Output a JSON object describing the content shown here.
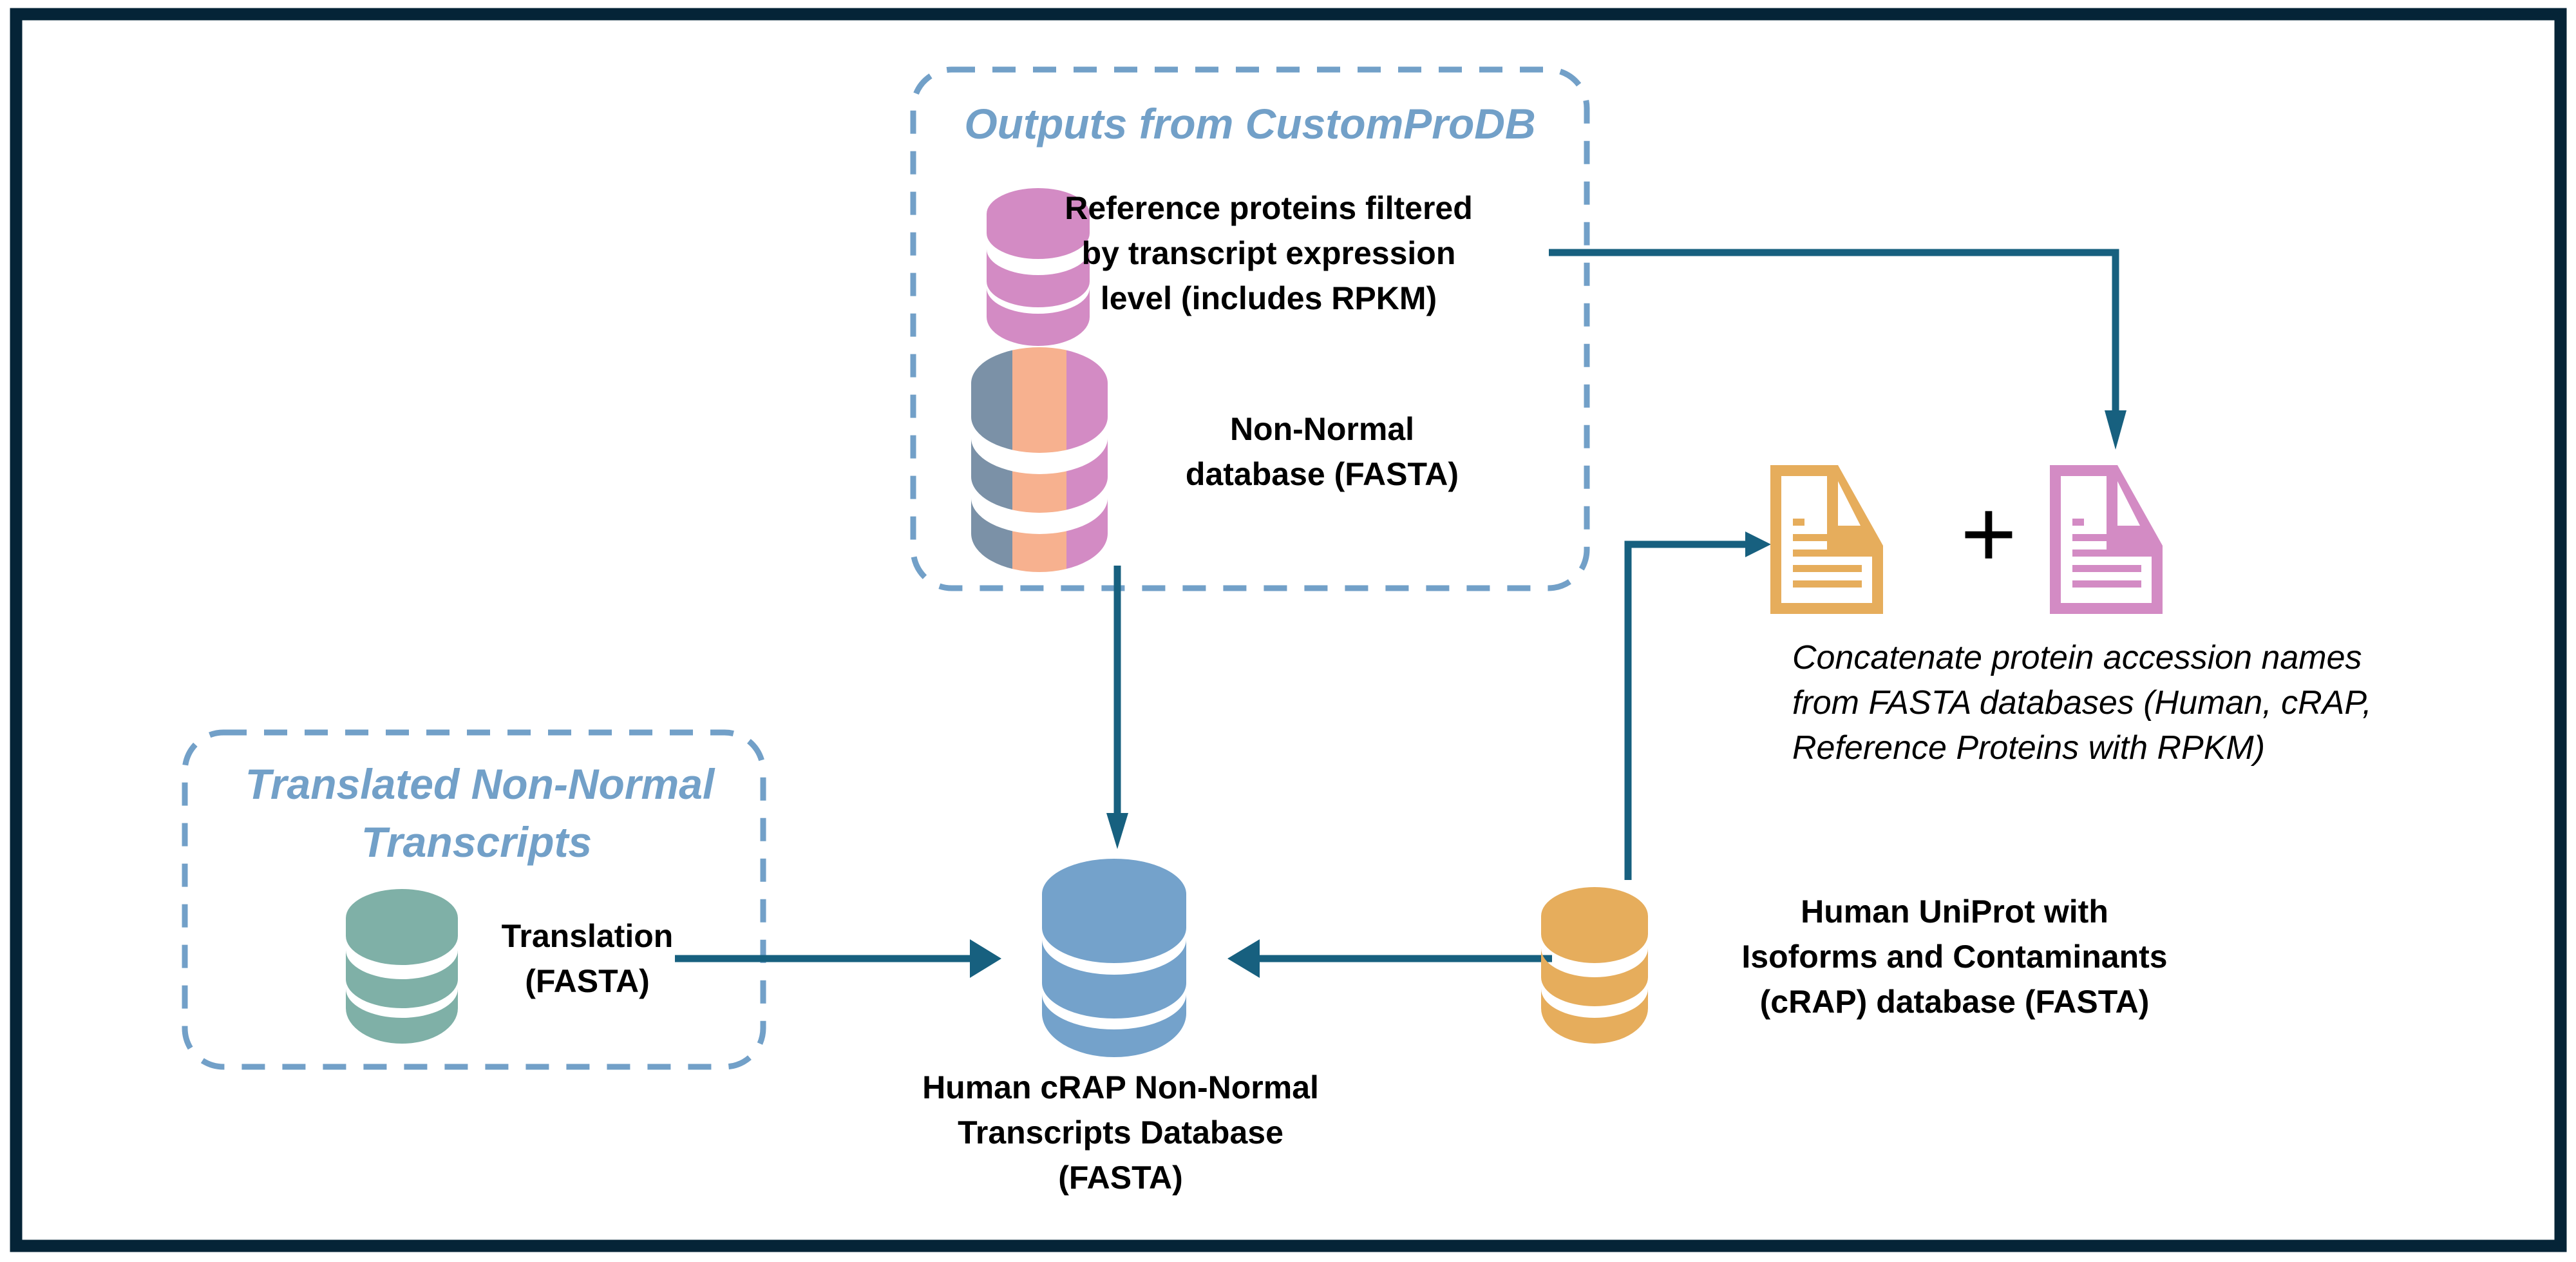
{
  "colors": {
    "frame": "#052437",
    "group_border": "#72a0c8",
    "arrow": "#17607f",
    "pink": "#d38bc4",
    "slate": "#7b91a7",
    "peach": "#f7b18f",
    "teal": "#7fb0a7",
    "blue": "#74a2cb",
    "gold": "#e6ad5c"
  },
  "groups": {
    "customprodb": {
      "title": "Outputs from CustomProDB"
    },
    "translated": {
      "title_lines": [
        "Translated Non-Normal",
        "Transcripts"
      ]
    }
  },
  "nodes": {
    "reference_proteins": {
      "icon": "database-icon",
      "lines": [
        "Reference proteins filtered",
        "by transcript expression",
        "level (includes RPKM)"
      ]
    },
    "non_normal_db": {
      "icon": "database-icon",
      "lines": [
        "Non-Normal",
        "database (FASTA)"
      ]
    },
    "translation": {
      "icon": "database-icon",
      "lines": [
        "Translation",
        "(FASTA)"
      ]
    },
    "combined_db": {
      "icon": "database-icon",
      "lines": [
        "Human cRAP Non-Normal",
        "Transcripts Database",
        "(FASTA)"
      ]
    },
    "uniprot_db": {
      "icon": "database-icon",
      "lines": [
        "Human UniProt with",
        "Isoforms and Contaminants",
        "(cRAP) database (FASTA)"
      ]
    },
    "concatenate": {
      "icons": [
        "document-icon",
        "plus-icon",
        "document-icon"
      ],
      "plus": "+",
      "lines": [
        "Concatenate protein accession names",
        "from FASTA databases (Human, cRAP,",
        "Reference Proteins with RPKM)"
      ]
    }
  },
  "edges": [
    {
      "from": "reference_proteins",
      "to": "concatenate"
    },
    {
      "from": "non_normal_db",
      "to": "combined_db"
    },
    {
      "from": "translation",
      "to": "combined_db"
    },
    {
      "from": "uniprot_db",
      "to": "combined_db"
    },
    {
      "from": "uniprot_db",
      "to": "concatenate"
    }
  ]
}
